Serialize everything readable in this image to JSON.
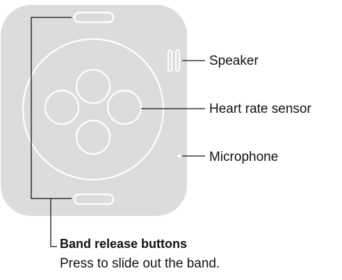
{
  "labels": {
    "speaker": "Speaker",
    "heart_rate_sensor": "Heart rate sensor",
    "microphone": "Microphone",
    "band_release_title": "Band release buttons",
    "band_release_desc": "Press to slide out the band."
  },
  "colors": {
    "body": "#dcdcdc",
    "outline": "#ffffff",
    "leader": "#111111",
    "text": "#111111"
  }
}
